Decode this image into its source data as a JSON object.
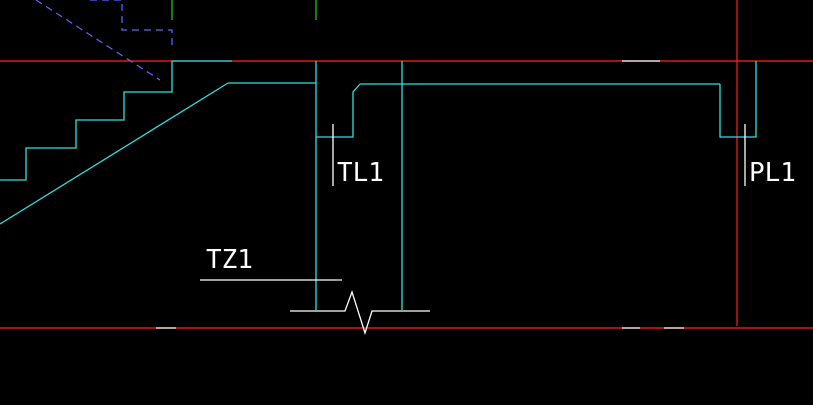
{
  "labels": {
    "tl1": "TL1",
    "pl1": "PL1",
    "tz1": "TZ1"
  },
  "colors": {
    "background": "#000000",
    "axis_line": "#ff2020",
    "structure_line": "#30e0e0",
    "hidden_line": "#6464ff",
    "annotation_line": "#ffffff",
    "green_mark": "#20d020"
  }
}
